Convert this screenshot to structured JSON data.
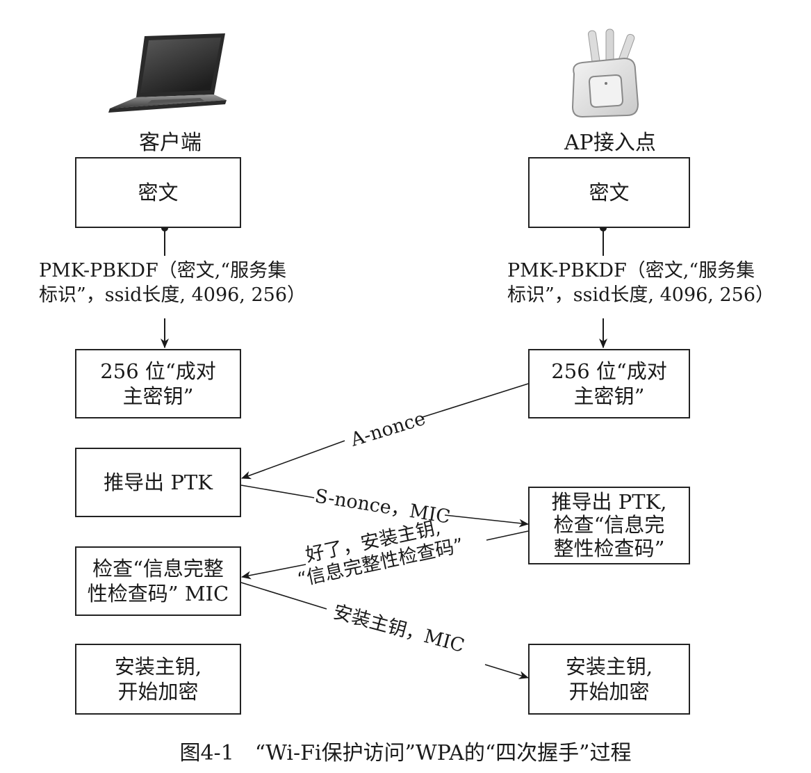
{
  "client": {
    "label": "客户端",
    "passphrase_box": "密文",
    "pmk_formula": "PMK-PBKDF（密文,“服务集\n标识”，ssid长度, 4096, 256）",
    "pmk_box": "256 位“成对\n主密钥”",
    "derive_box": "推导出 PTK",
    "check_box": "检查“信息完整\n性检查码” MIC",
    "install_box": "安装主钥,\n开始加密"
  },
  "ap": {
    "label": "AP接入点",
    "passphrase_box": "密文",
    "pmk_formula": "PMK-PBKDF（密文,“服务集\n标识”，ssid长度, 4096, 256）",
    "pmk_box": "256 位“成对\n主密钥”",
    "derive_box": "推导出 PTK,\n检查“信息完\n整性检查码”",
    "install_box": "安装主钥,\n开始加密"
  },
  "messages": {
    "anonce": "A-nonce",
    "snonce": "S-nonce，MIC",
    "gtk_line1": "好了，安装主钥,",
    "gtk_line2": "“信息完整性检查码”",
    "install_mic": "安装主钥，MIC"
  },
  "caption": "图4-1　“Wi-Fi保护访问”WPA的“四次握手”过程",
  "icons": {
    "client": "laptop-icon",
    "ap": "access-point-icon"
  }
}
